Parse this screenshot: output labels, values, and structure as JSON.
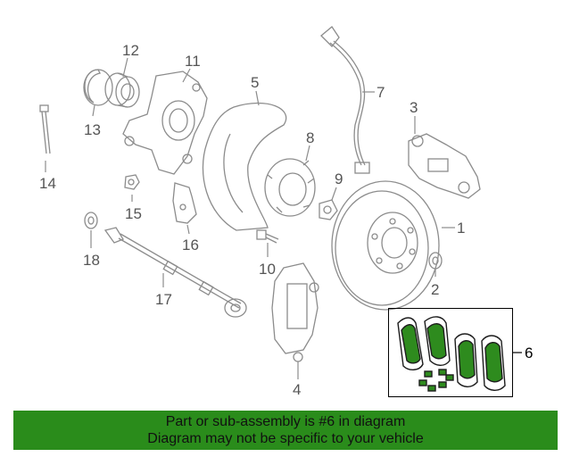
{
  "callouts": [
    {
      "id": "1",
      "text": "1"
    },
    {
      "id": "2",
      "text": "2"
    },
    {
      "id": "3",
      "text": "3"
    },
    {
      "id": "4",
      "text": "4"
    },
    {
      "id": "5",
      "text": "5"
    },
    {
      "id": "6",
      "text": "6"
    },
    {
      "id": "7",
      "text": "7"
    },
    {
      "id": "8",
      "text": "8"
    },
    {
      "id": "9",
      "text": "9"
    },
    {
      "id": "10",
      "text": "10"
    },
    {
      "id": "11",
      "text": "11"
    },
    {
      "id": "12",
      "text": "12"
    },
    {
      "id": "13",
      "text": "13"
    },
    {
      "id": "14",
      "text": "14"
    },
    {
      "id": "15",
      "text": "15"
    },
    {
      "id": "16",
      "text": "16"
    },
    {
      "id": "17",
      "text": "17"
    },
    {
      "id": "18",
      "text": "18"
    }
  ],
  "highlighted_part": "6",
  "colors": {
    "highlight_green": "#2a8c1b",
    "pad_green": "#2e8b1e",
    "line_gray": "#8c8c8c"
  },
  "banner": {
    "line1": "Part or sub-assembly is #6 in diagram",
    "line2": "Diagram may not be specific to your vehicle"
  }
}
